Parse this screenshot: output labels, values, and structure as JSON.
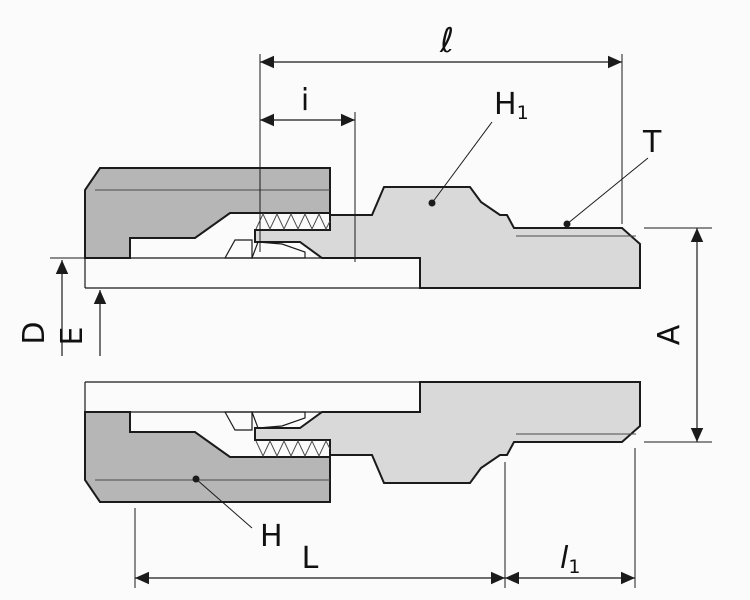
{
  "colors": {
    "nut_fill": "#b6b6b6",
    "body_fill": "#d9d9d9",
    "background": "#fbfbfb",
    "line": "#1b1b1b"
  },
  "labels": {
    "ell": "ℓ",
    "i": "i",
    "H1_base": "H",
    "H1_sub": "1",
    "T": "T",
    "D": "D",
    "E": "E",
    "A": "A",
    "H": "H",
    "L": "L",
    "l1_base": "l",
    "l1_sub": "1"
  }
}
